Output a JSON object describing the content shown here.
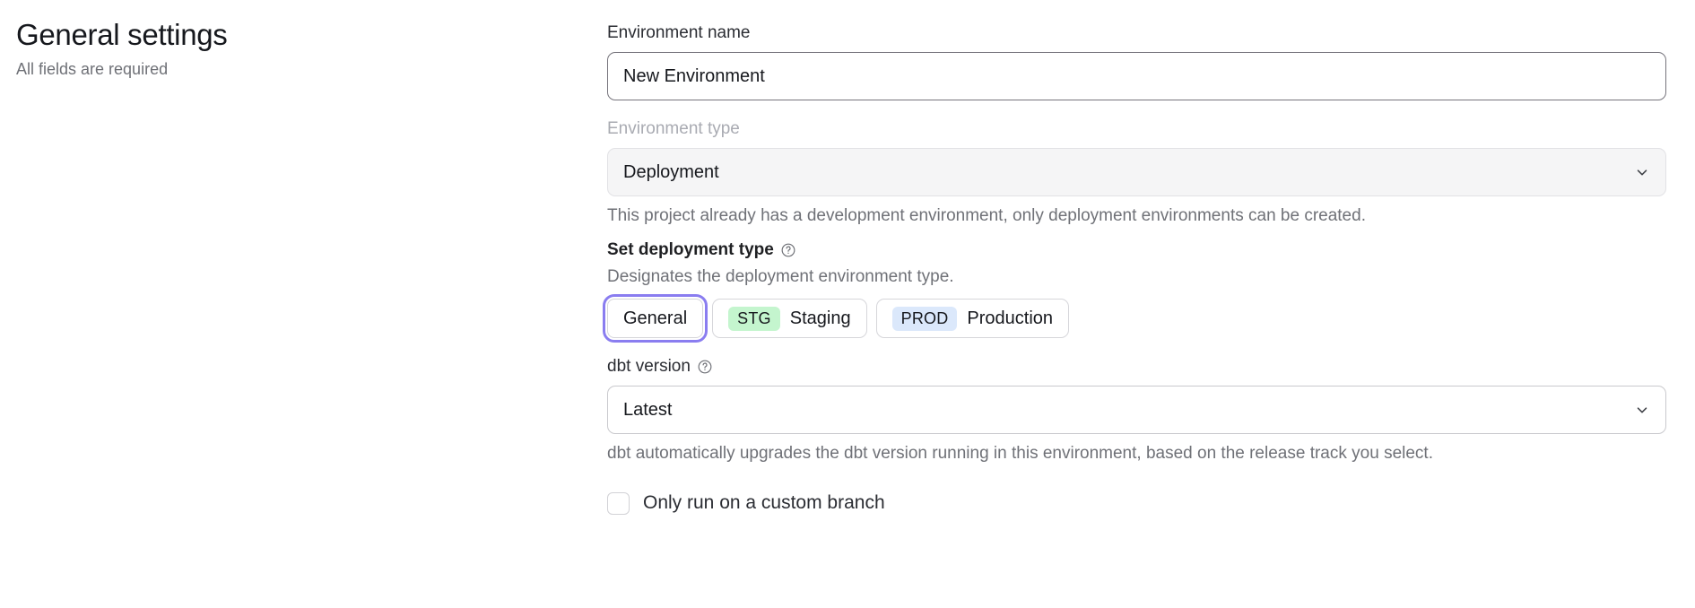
{
  "header": {
    "title": "General settings",
    "subtitle": "All fields are required"
  },
  "form": {
    "environment_name": {
      "label": "Environment name",
      "value": "New Environment",
      "placeholder": "Environment name"
    },
    "environment_type": {
      "label": "Environment type",
      "value": "Deployment",
      "disabled": true,
      "helper": "This project already has a development environment, only deployment environments can be created.",
      "chevron_icon": "chevron-down-icon"
    },
    "deployment_type": {
      "label": "Set deployment type",
      "help_icon": "help-circle-icon",
      "description": "Designates the deployment environment type.",
      "options": [
        {
          "id": "general",
          "badge": "",
          "label": "General",
          "selected": true
        },
        {
          "id": "staging",
          "badge": "STG",
          "label": "Staging",
          "selected": false
        },
        {
          "id": "production",
          "badge": "PROD",
          "label": "Production",
          "selected": false
        }
      ]
    },
    "dbt_version": {
      "label": "dbt version",
      "help_icon": "help-circle-icon",
      "value": "Latest",
      "helper": "dbt automatically upgrades the dbt version running in this environment, based on the release track you select.",
      "chevron_icon": "chevron-down-icon"
    },
    "custom_branch": {
      "label": "Only run on a custom branch",
      "checked": false
    }
  },
  "colors": {
    "focus_ring": "#8a7df0",
    "badge_staging_bg": "#c4f5ce",
    "badge_production_bg": "#dbe8fb",
    "text_muted": "#6f7177",
    "text_disabled": "#a9abb2"
  }
}
